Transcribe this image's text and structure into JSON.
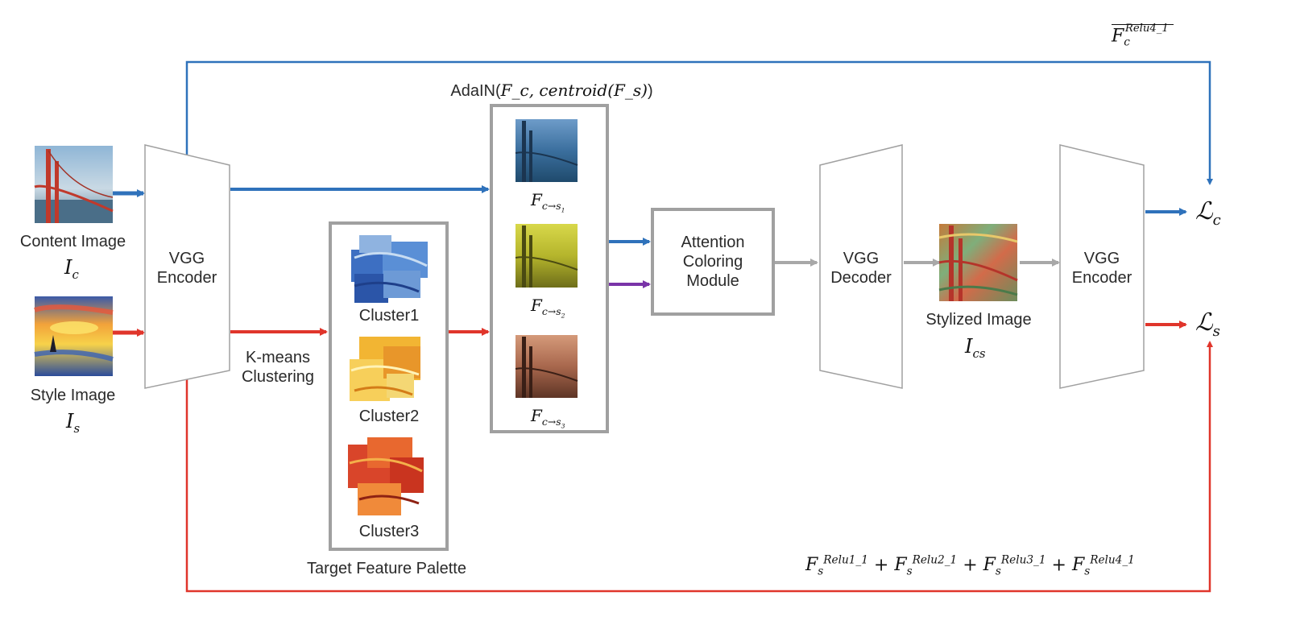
{
  "inputs": {
    "content_label": "Content Image",
    "content_symbol": "I",
    "content_symbol_sub": "c",
    "style_label": "Style Image",
    "style_symbol": "I",
    "style_symbol_sub": "s"
  },
  "encoder1": {
    "line1": "VGG",
    "line2": "Encoder"
  },
  "kmeans": {
    "line1": "K-means",
    "line2": "Clustering"
  },
  "palette": {
    "caption": "Target Feature Palette",
    "clusters": [
      "Cluster1",
      "Cluster2",
      "Cluster3"
    ]
  },
  "adain": {
    "label_prefix": "AdaIN(",
    "label_math": "F_c, centroid(F_s)",
    "label_suffix": ")",
    "outputs": [
      {
        "base": "F",
        "sub": "c→s",
        "subsub": "1"
      },
      {
        "base": "F",
        "sub": "c→s",
        "subsub": "2"
      },
      {
        "base": "F",
        "sub": "c→s",
        "subsub": "3"
      }
    ]
  },
  "attention": {
    "line1": "Attention",
    "line2": "Coloring",
    "line3": "Module"
  },
  "decoder": {
    "line1": "VGG",
    "line2": "Decoder"
  },
  "stylized": {
    "label": "Stylized Image",
    "symbol": "I",
    "symbol_sub": "cs"
  },
  "encoder2": {
    "line1": "VGG",
    "line2": "Encoder"
  },
  "losses": {
    "content": {
      "base": "ℒ",
      "sub": "c"
    },
    "style": {
      "base": "ℒ",
      "sub": "s"
    }
  },
  "content_feature": {
    "base": "F",
    "sub": "c",
    "sup": "Relu4_1"
  },
  "style_features": [
    {
      "base": "F",
      "sub": "s",
      "sup": "Relu1_1"
    },
    {
      "base": "F",
      "sub": "s",
      "sup": "Relu2_1"
    },
    {
      "base": "F",
      "sub": "s",
      "sup": "Relu3_1"
    },
    {
      "base": "F",
      "sub": "s",
      "sup": "Relu4_1"
    }
  ],
  "plus_sign": "+",
  "colors": {
    "content_path": "#2f72bb",
    "style_path": "#e0352b",
    "gray_path": "#a8a8a8",
    "attention_input": "#7a34a8",
    "box_border": "#a0a0a0"
  }
}
